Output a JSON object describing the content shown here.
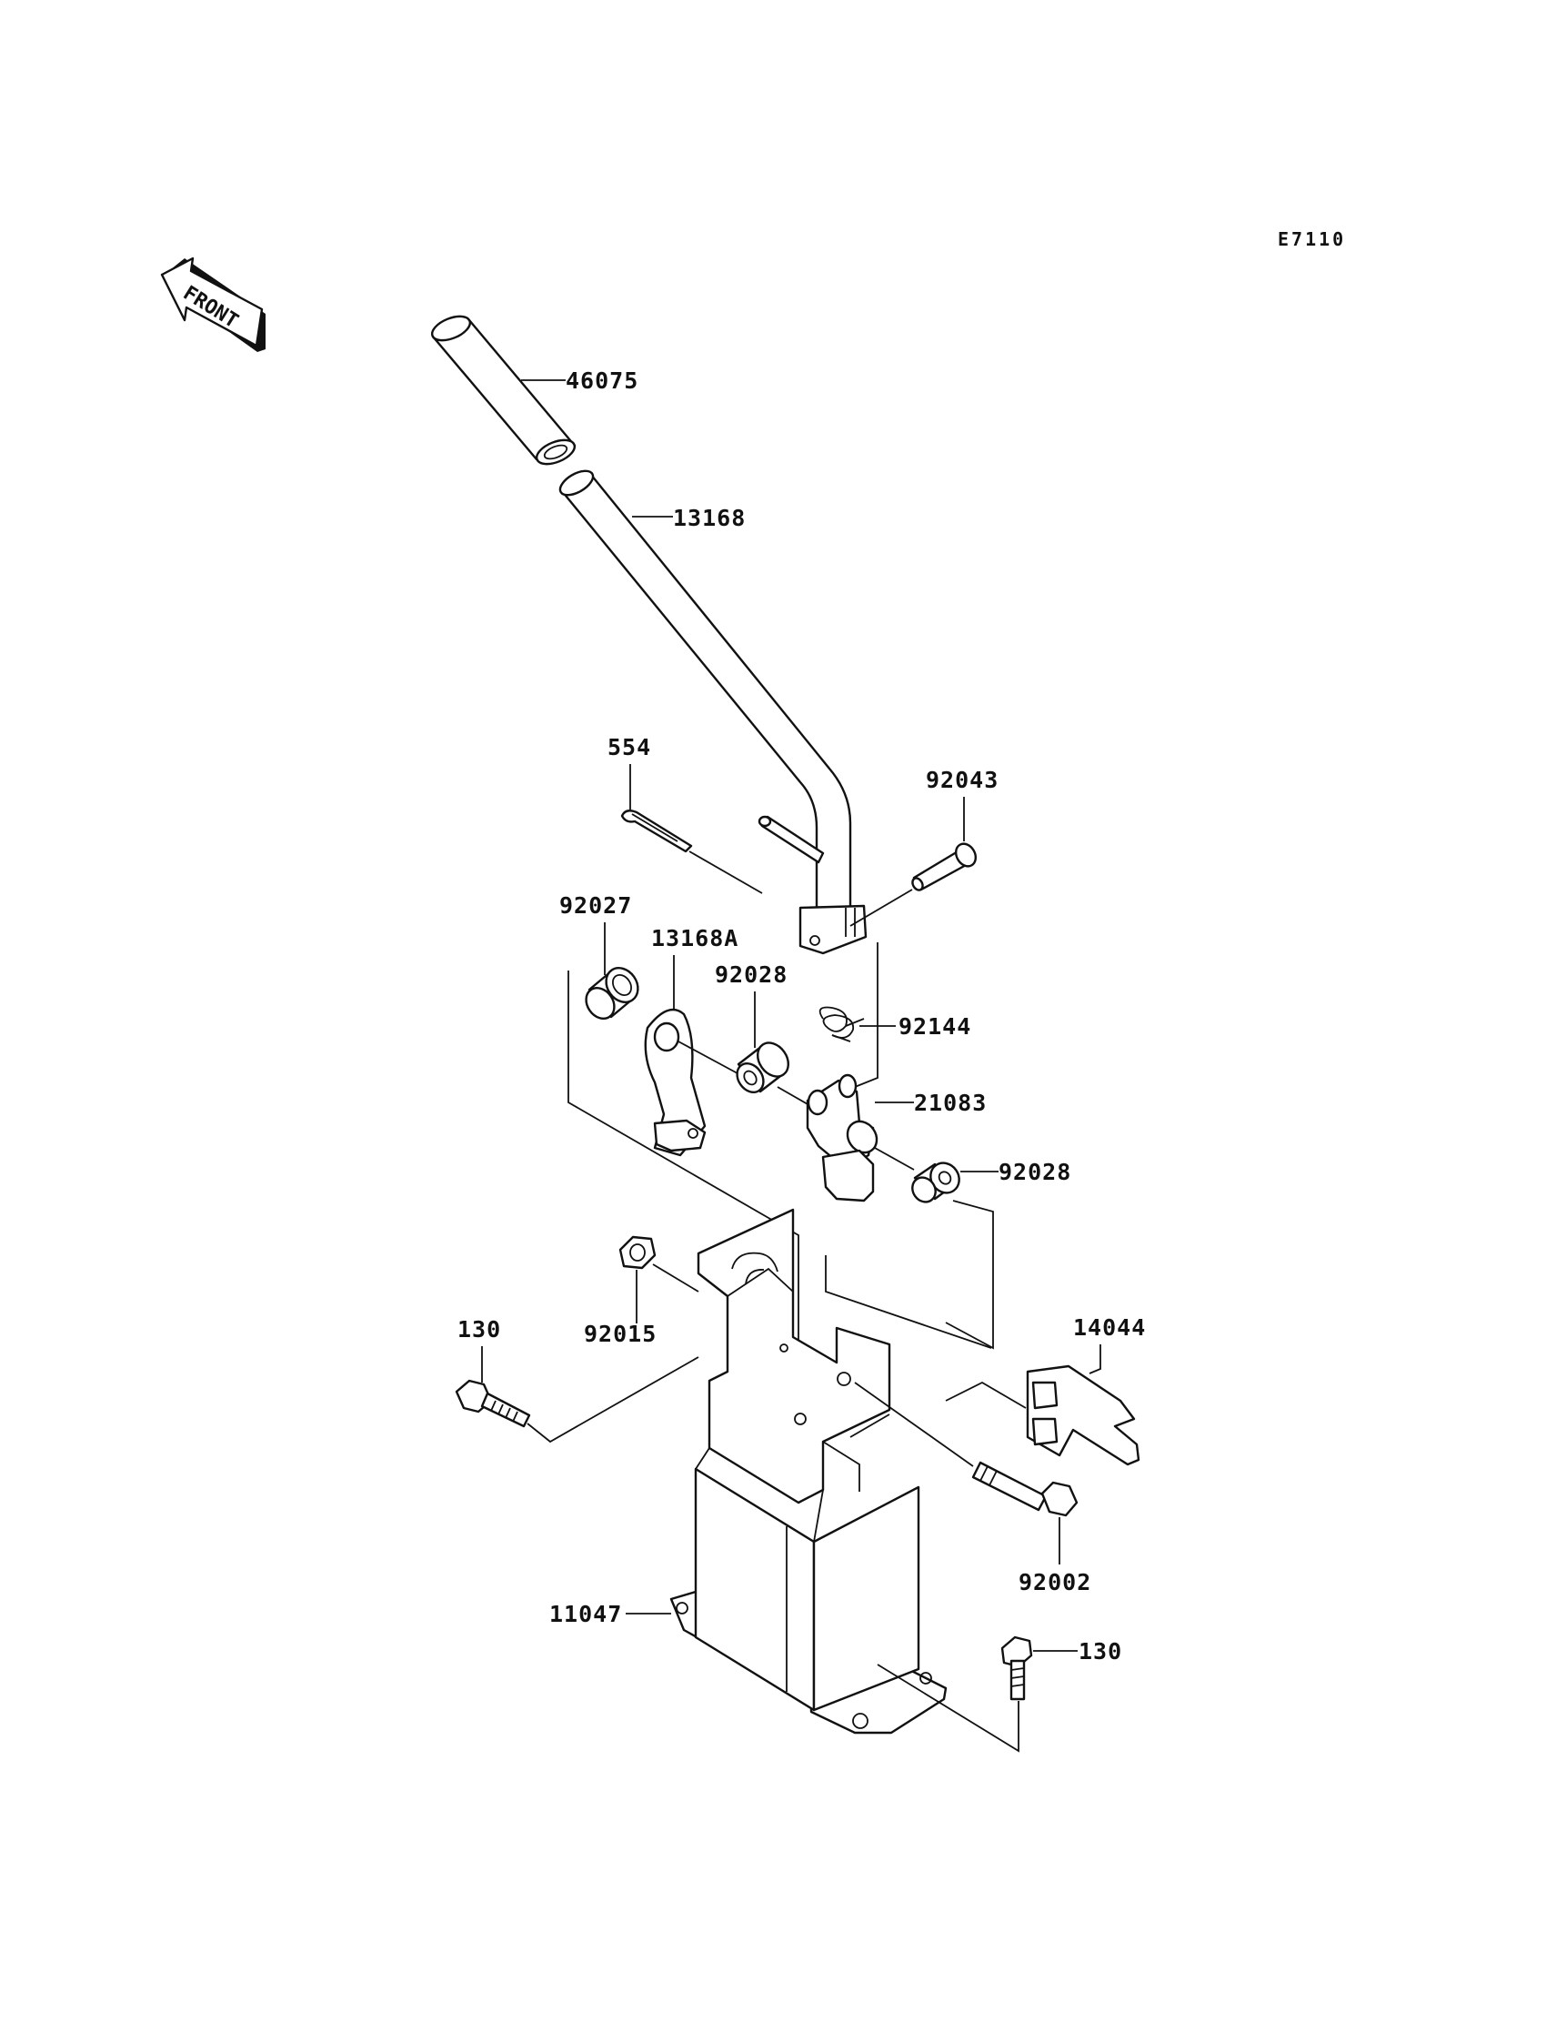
{
  "diagram_code": "E7110",
  "front_label": "FRONT",
  "parts": {
    "grip": "46075",
    "lever": "13168",
    "cotter_pin": "554",
    "pin": "92043",
    "bushing_top": "92027",
    "lever_arm": "13168A",
    "collar_left": "92028",
    "spring": "92144",
    "clevis": "21083",
    "collar_right": "92028",
    "nut": "92015",
    "bolt_left": "130",
    "bracket": "14044",
    "shoulder_bolt": "92002",
    "base": "11047",
    "bolt_bottom": "130"
  }
}
